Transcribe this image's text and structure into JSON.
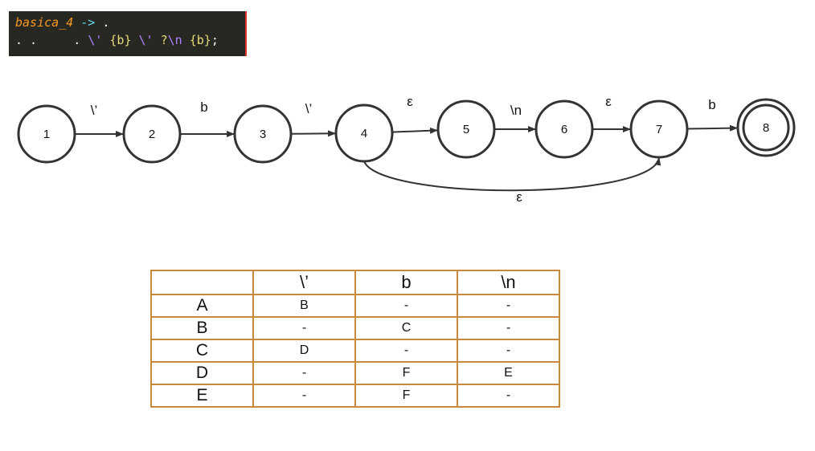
{
  "code": {
    "line1": {
      "rule": "basica_4",
      "arrow": "->",
      "rest": " ."
    },
    "line2": {
      "dots": ". .     . ",
      "tokens": [
        {
          "text": "\\'",
          "kind": "str"
        },
        {
          "text": " ",
          "kind": "plain"
        },
        {
          "text": "{b}",
          "kind": "ref"
        },
        {
          "text": " ",
          "kind": "plain"
        },
        {
          "text": "\\'",
          "kind": "str"
        },
        {
          "text": " ",
          "kind": "plain"
        },
        {
          "text": "?",
          "kind": "ref"
        },
        {
          "text": "\\n",
          "kind": "str"
        },
        {
          "text": " ",
          "kind": "plain"
        },
        {
          "text": "{b}",
          "kind": "ref"
        },
        {
          "text": ";",
          "kind": "plain"
        }
      ]
    }
  },
  "automaton": {
    "states": [
      {
        "id": "1",
        "label": "1",
        "accepting": false
      },
      {
        "id": "2",
        "label": "2",
        "accepting": false
      },
      {
        "id": "3",
        "label": "3",
        "accepting": false
      },
      {
        "id": "4",
        "label": "4",
        "accepting": false
      },
      {
        "id": "5",
        "label": "5",
        "accepting": false
      },
      {
        "id": "6",
        "label": "6",
        "accepting": false
      },
      {
        "id": "7",
        "label": "7",
        "accepting": false
      },
      {
        "id": "8",
        "label": "8",
        "accepting": true
      }
    ],
    "transitions": [
      {
        "from": "1",
        "to": "2",
        "label": "\\’"
      },
      {
        "from": "2",
        "to": "3",
        "label": "b"
      },
      {
        "from": "3",
        "to": "4",
        "label": "\\’"
      },
      {
        "from": "4",
        "to": "5",
        "label": "ε"
      },
      {
        "from": "5",
        "to": "6",
        "label": "\\n"
      },
      {
        "from": "6",
        "to": "7",
        "label": "ε"
      },
      {
        "from": "7",
        "to": "8",
        "label": "b"
      },
      {
        "from": "4",
        "to": "7",
        "label": "ε"
      }
    ]
  },
  "table": {
    "headers": [
      "",
      "\\’",
      "b",
      "\\n"
    ],
    "rows": [
      [
        "A",
        "B",
        "-",
        "-"
      ],
      [
        "B",
        "-",
        "C",
        "-"
      ],
      [
        "C",
        "D",
        "-",
        "-"
      ],
      [
        "D",
        "-",
        "F",
        "E"
      ],
      [
        "E",
        "-",
        "F",
        "-"
      ]
    ]
  },
  "colors": {
    "code_background": "#272822",
    "table_border": "#c8893a",
    "diagram_stroke": "#333333"
  }
}
